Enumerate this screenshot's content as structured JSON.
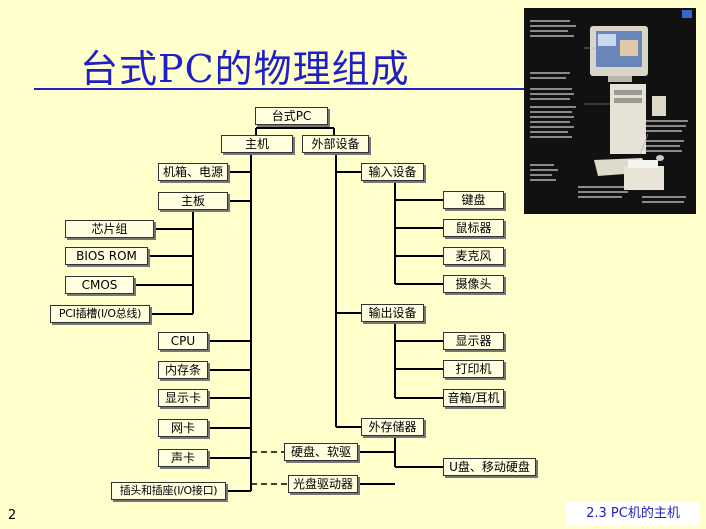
{
  "title": "台式PC的物理组成",
  "diagram": {
    "root": "台式PC",
    "host": "主机",
    "peripherals": "外部设备",
    "host_parts": {
      "case": "机箱、电源",
      "mainboard": "主板",
      "chipset": "芯片组",
      "bios": "BIOS ROM",
      "cmos": "CMOS",
      "pci": "PCI插槽(I/O总线)",
      "cpu": "CPU",
      "memory": "内存条",
      "graphics": "显示卡",
      "network": "网卡",
      "sound": "声卡",
      "ports": "插头和插座(I/O接口)"
    },
    "storage_drives": {
      "hdd": "硬盘、软驱",
      "optical": "光盘驱动器"
    },
    "input": {
      "label": "输入设备",
      "items": [
        "键盘",
        "鼠标器",
        "麦克风",
        "摄像头"
      ]
    },
    "output": {
      "label": "输出设备",
      "items": [
        "显示器",
        "打印机",
        "音箱/耳机"
      ]
    },
    "external_storage": {
      "label": "外存储器",
      "items": [
        "U盘、移动硬盘"
      ]
    }
  },
  "footer": {
    "page_number": "2",
    "section": "2.3   PC机的主机"
  }
}
